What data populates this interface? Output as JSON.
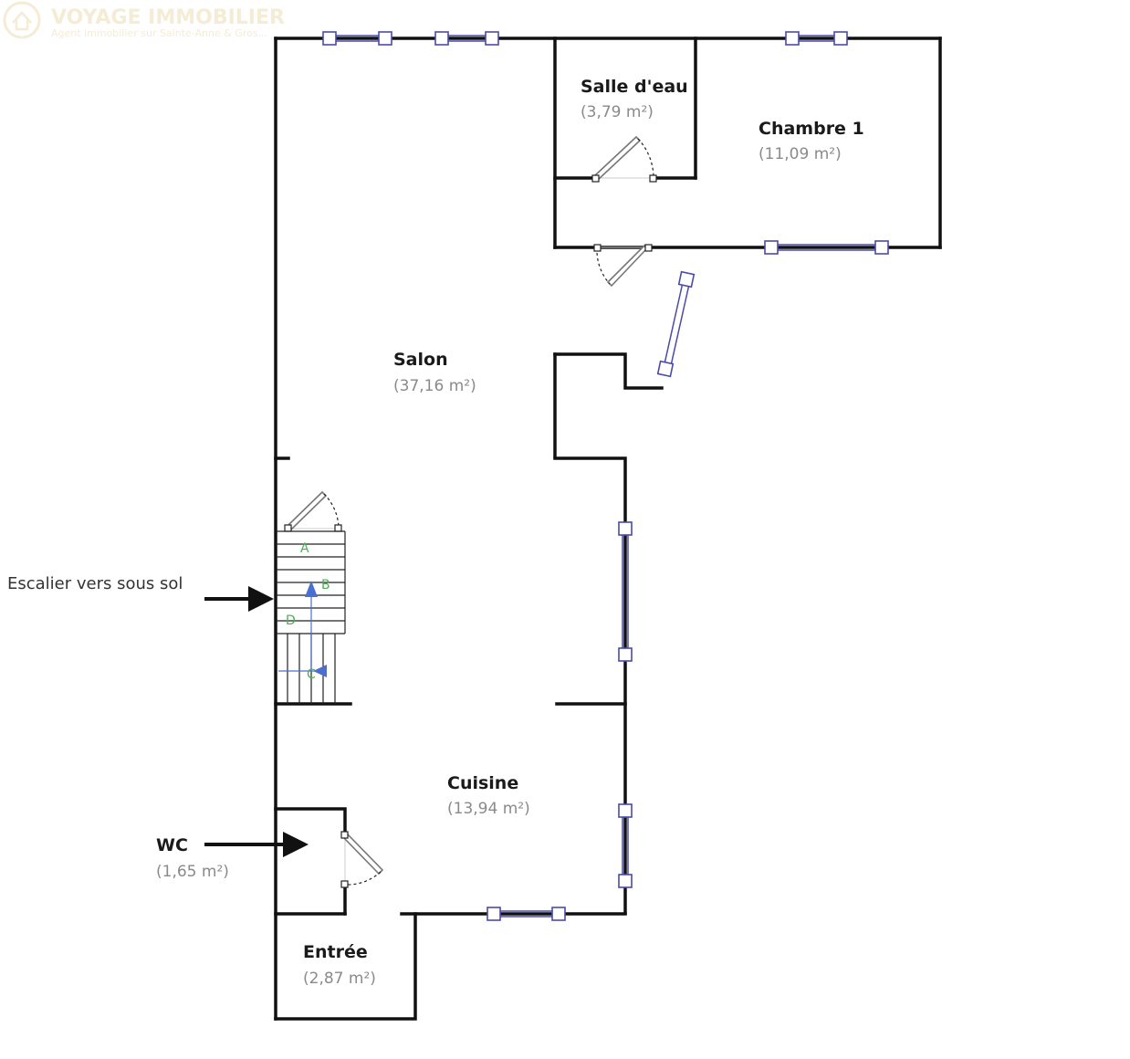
{
  "watermark": {
    "brand": "VOYAGE IMMOBILIER",
    "tagline": "Agent immobilier sur Sainte-Anne & Gros..."
  },
  "rooms": [
    {
      "id": "salle-deau",
      "name": "Salle d'eau",
      "area": "(3,79 m²)"
    },
    {
      "id": "chambre-1",
      "name": "Chambre 1",
      "area": "(11,09 m²)"
    },
    {
      "id": "salon",
      "name": "Salon",
      "area": "(37,16 m²)"
    },
    {
      "id": "cuisine",
      "name": "Cuisine",
      "area": "(13,94 m²)"
    },
    {
      "id": "wc",
      "name": "WC",
      "area": "(1,65 m²)"
    },
    {
      "id": "entree",
      "name": "Entrée",
      "area": "(2,87 m²)"
    }
  ],
  "annotations": {
    "stairs": "Escalier vers sous sol"
  },
  "stair_letters": [
    "A",
    "B",
    "C",
    "D"
  ],
  "colors": {
    "wall": "#111111",
    "window": "#4a4aa8",
    "stair_arrow": "#4a6fd0",
    "stair_letter": "#4caf50",
    "area_text": "#8a8a8a",
    "watermark": "#f5ecd6"
  }
}
